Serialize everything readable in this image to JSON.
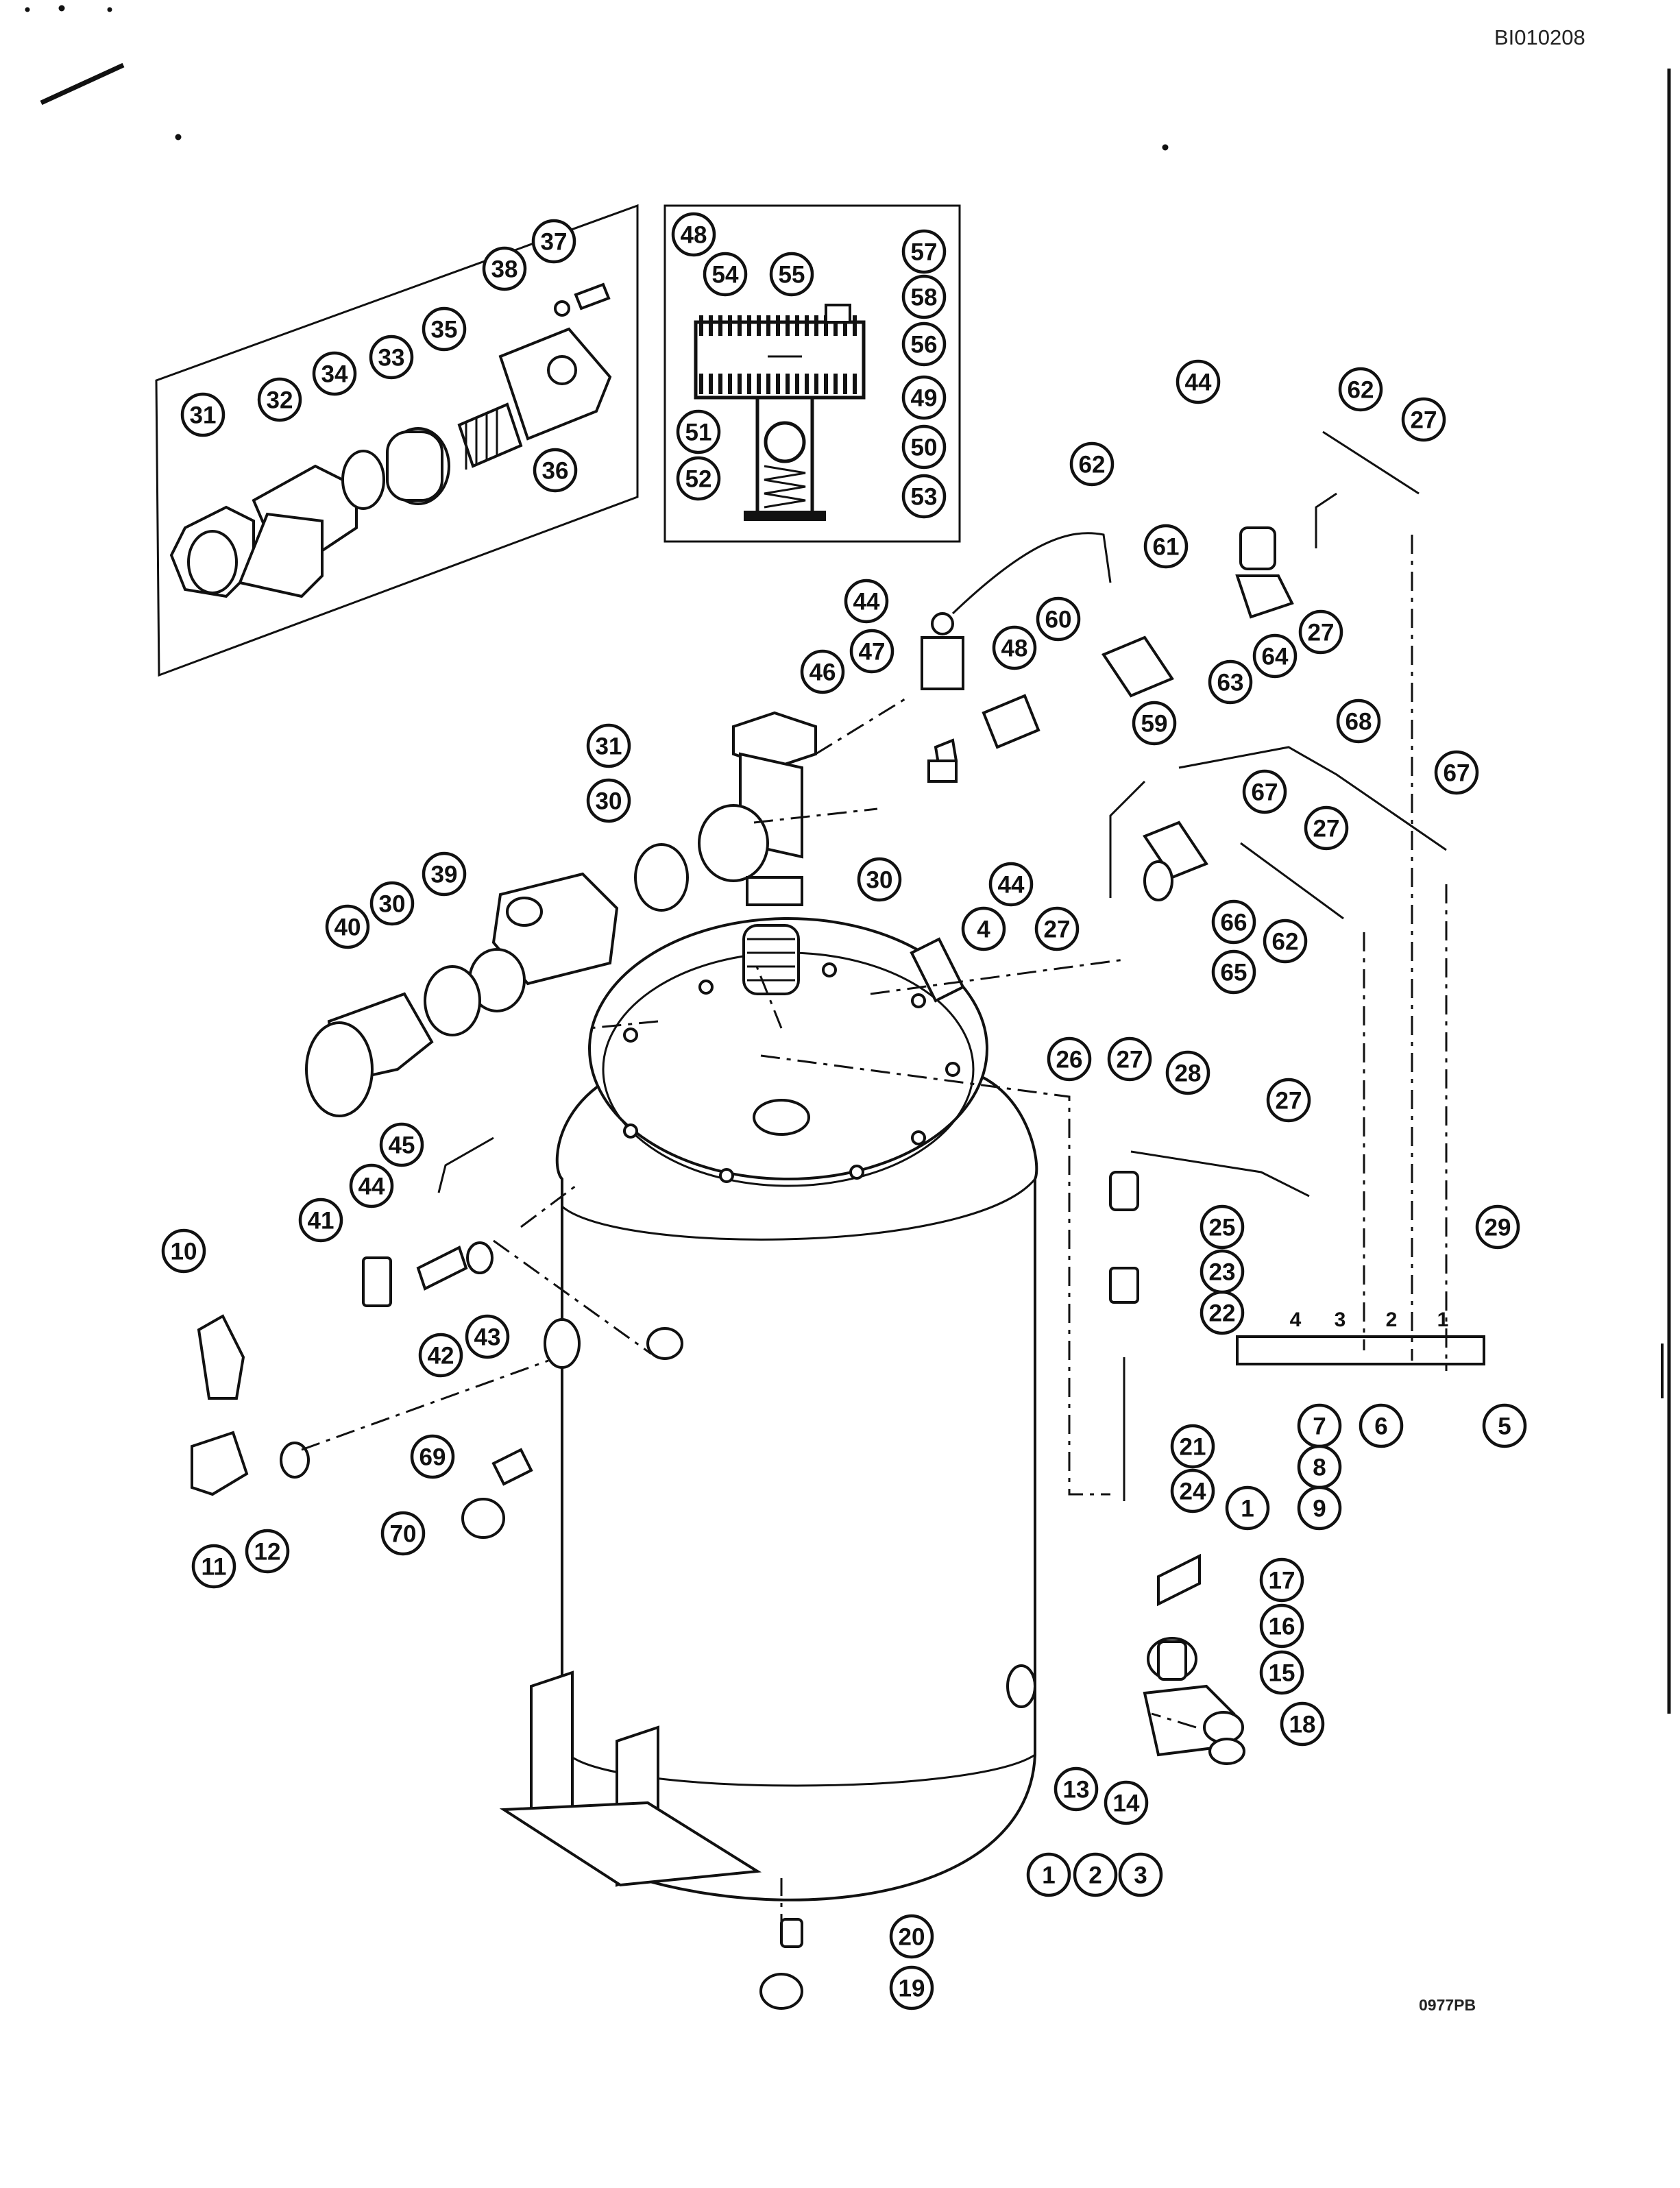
{
  "header": {
    "doc_id": "BI010208"
  },
  "footer": {
    "figure_code": "0977PB"
  },
  "callouts": [
    "1",
    "2",
    "3",
    "4",
    "5",
    "6",
    "7",
    "8",
    "9",
    "10",
    "11",
    "12",
    "13",
    "14",
    "15",
    "16",
    "17",
    "18",
    "19",
    "20",
    "21",
    "22",
    "23",
    "24",
    "25",
    "26",
    "27",
    "28",
    "29",
    "30",
    "31",
    "32",
    "33",
    "34",
    "35",
    "36",
    "37",
    "38",
    "39",
    "40",
    "41",
    "42",
    "43",
    "44",
    "45",
    "46",
    "47",
    "48",
    "49",
    "50",
    "51",
    "52",
    "53",
    "54",
    "55",
    "56",
    "57",
    "58",
    "59",
    "60",
    "61",
    "62",
    "63",
    "64",
    "65",
    "66",
    "67",
    "68",
    "69",
    "70"
  ],
  "manifold_ports": [
    "4",
    "3",
    "2",
    "1"
  ]
}
